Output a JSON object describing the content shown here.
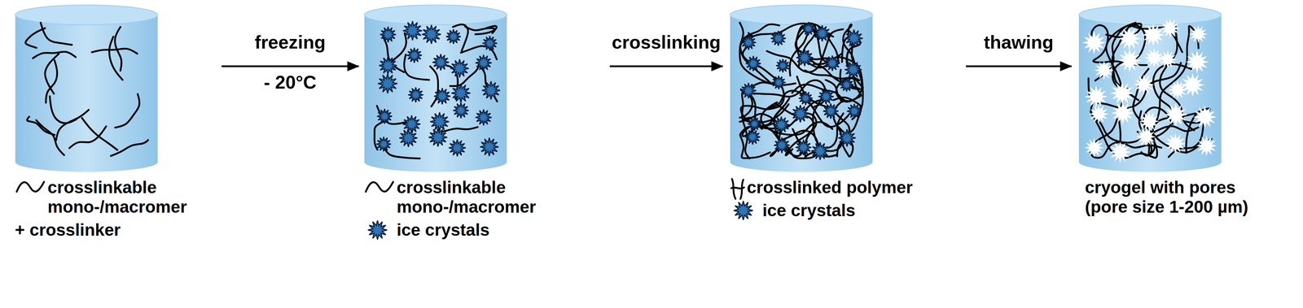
{
  "diagram": {
    "nodes": [
      {
        "text": [
          "crosslinkable mono-/macromer",
          "+ crosslinker"
        ]
      },
      {
        "text": [
          "crosslinkable mono-/macromer",
          "ice crystals"
        ]
      },
      {
        "text": [
          "crosslinked polymer",
          "ice crystals"
        ]
      },
      {
        "text": [
          "cryogel with pores (pore size 1-200 µm)"
        ]
      }
    ],
    "edges": [
      {
        "from": 0,
        "to": 1,
        "label": "freezing",
        "arrow": "to"
      },
      {
        "from": 1,
        "to": 2,
        "label": "crosslinking",
        "arrow": "to"
      },
      {
        "from": 2,
        "to": 3,
        "label": "thawing",
        "arrow": "to"
      }
    ],
    "labels": [
      "- 20°C"
    ]
  }
}
